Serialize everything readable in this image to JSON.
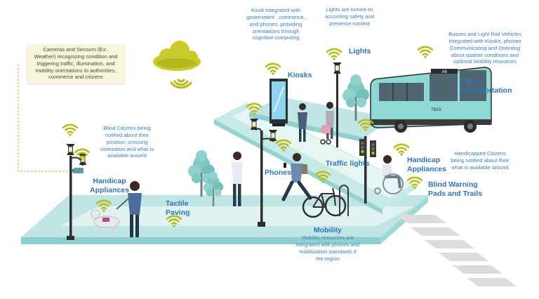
{
  "labels": {
    "kiosks": "Kiosks",
    "lights": "Lights",
    "public_transportation": [
      "Public",
      "Transportation"
    ],
    "handicap_appliances_left": [
      "Handicap",
      "Appliances"
    ],
    "tactile_paving": [
      "Tactile",
      "Paving"
    ],
    "phones": "Phones",
    "traffic_lights": "Traffic lights",
    "handicap_appliances_right": [
      "Handicap",
      "Appliances"
    ],
    "blind_warning": [
      "Blind Warning",
      "Pads and Trails"
    ],
    "mobility": "Mobility"
  },
  "notes": {
    "cameras_sensors": [
      "Cameras and Sensors (Ex:.",
      "Weather) recognizing condition and",
      "triggering traffic, illumination, and",
      "mobility orientations to authorities,",
      "commerce and citizens"
    ],
    "kiosk_integrated": [
      "Kiosk integrated with",
      "government , commerce,",
      "and phones, providing",
      "orientations through",
      "cognitive computing"
    ],
    "lights_turned_on": [
      "Lights are turned on",
      "according safety and",
      "presence context"
    ],
    "busses": [
      "Busses and Light Rail Vehicles",
      "integrated with Kiosks, phones",
      "Communicating and Orienting",
      "about quarter conditions and",
      "optional Mobility resources"
    ],
    "blind_citizens": [
      "Blind Citizens being",
      "notified about their",
      "position, crossing",
      "orientation and what is",
      "available around"
    ],
    "handicapped_citizens": [
      "Handicapped Citizens",
      "being notified about their",
      "what is available around"
    ],
    "mobility_resources": [
      "Mobility resources are",
      "integrated with phones and",
      "mobilization standards if",
      "the region"
    ]
  },
  "bus": {
    "route": "A6",
    "fleet_number": "7815"
  },
  "colors": {
    "sidewalk_top": "#bfe6e4",
    "sidewalk_side": "#8fd0cf",
    "tactile_strip": "#e3f4f1",
    "wifi": "#b9bd1c",
    "cloud": "#c7cc2a",
    "label": "#3b7fc4",
    "callout_bg": "#f7f6dc",
    "tree": "#7fc8c4",
    "bus": "#8fd8d4",
    "crosswalk": "#dcdcdc"
  },
  "icons": [
    "wifi-icon",
    "cloud-icon",
    "street-lamp-icon",
    "traffic-light-icon",
    "camera-icon",
    "kiosk-icon",
    "bus-icon",
    "bicycle-icon",
    "wheelchair-icon",
    "guide-dog-icon",
    "tree-icon",
    "person-icon"
  ]
}
